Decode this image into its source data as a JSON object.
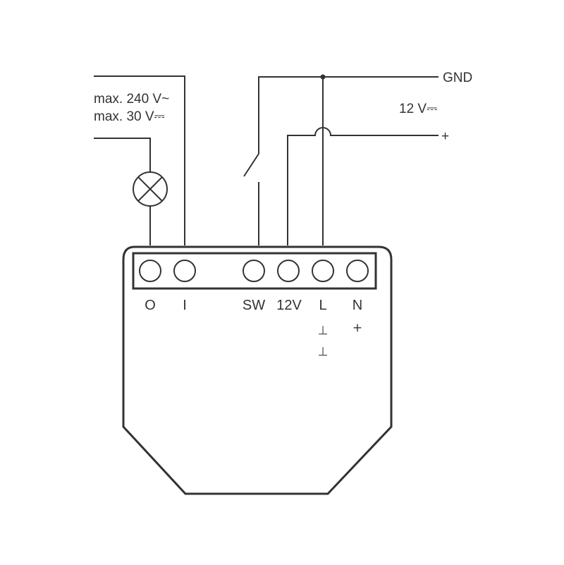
{
  "diagram": {
    "supply_labels": {
      "ac": "max. 240 V~",
      "dc": "max. 30 V⎓"
    },
    "bus_labels": {
      "gnd": "GND",
      "voltage": "12 V⎓",
      "plus": "+"
    },
    "terminals": [
      "O",
      "I",
      "SW",
      "12V",
      "L",
      "N"
    ],
    "polarity": {
      "l": [
        "⊥",
        "⊥"
      ],
      "n": "+"
    },
    "components": {
      "lamp": "lamp",
      "switch": "switch"
    }
  }
}
